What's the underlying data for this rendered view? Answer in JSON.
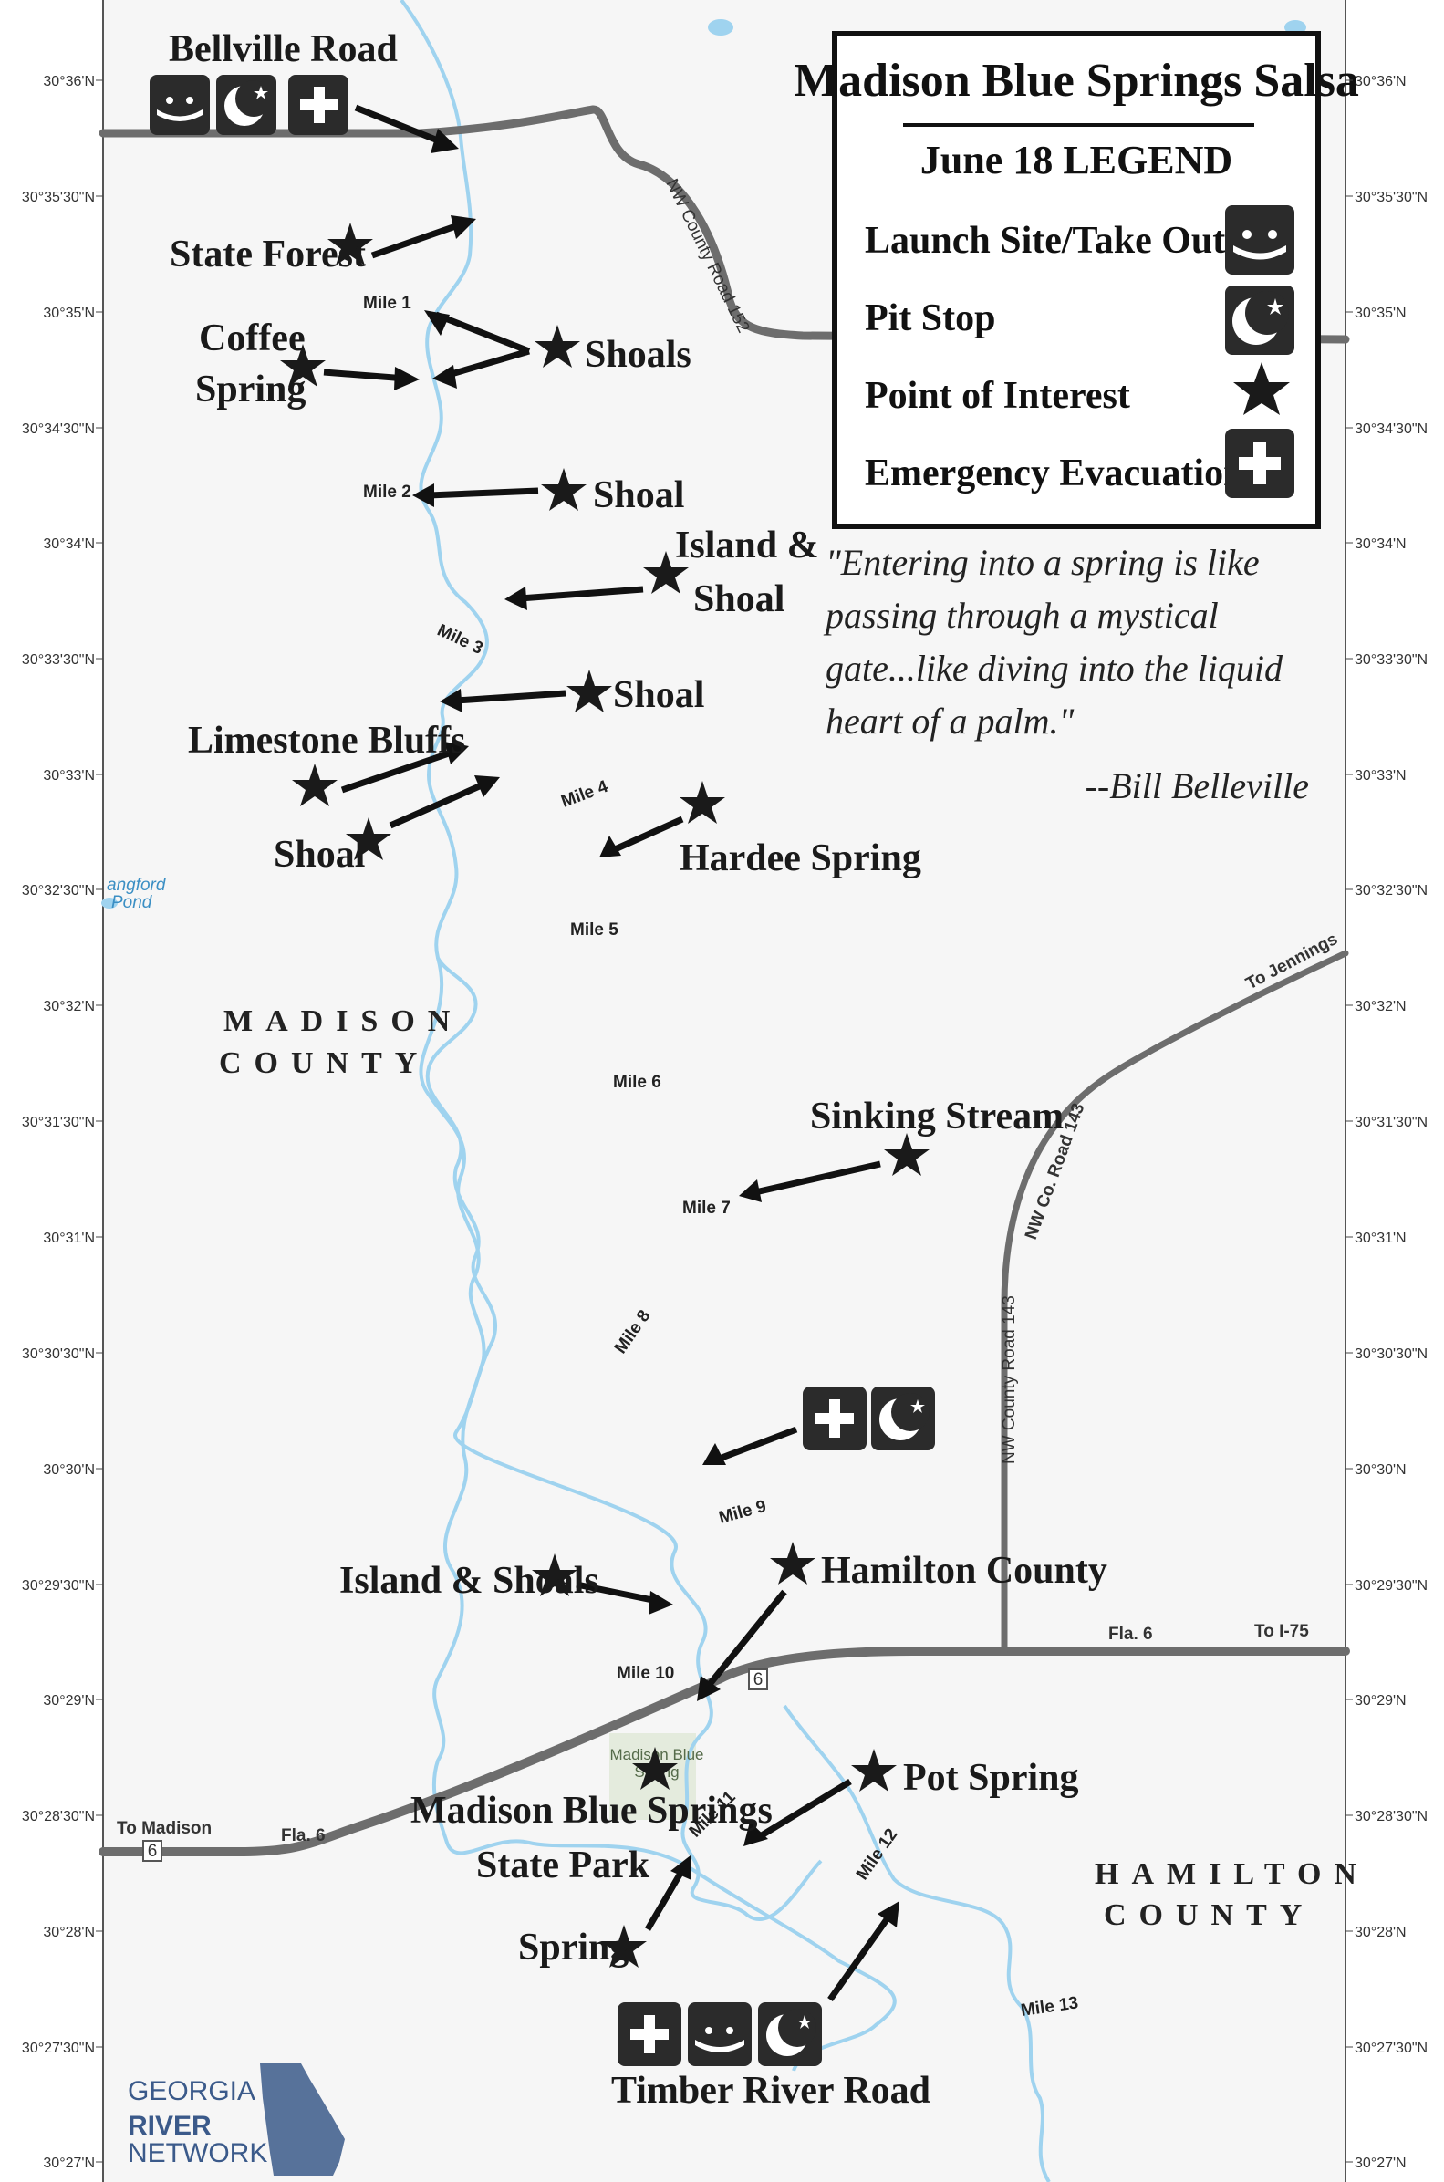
{
  "legend": {
    "title": "Madison Blue Springs Salsa",
    "subtitle": "June 18 LEGEND",
    "items": [
      {
        "label": "Launch Site/Take Out",
        "icon": "canoe-icon"
      },
      {
        "label": "Pit Stop",
        "icon": "moon-star-icon"
      },
      {
        "label": "Point of Interest",
        "icon": "star-icon"
      },
      {
        "label": "Emergency Evacuation",
        "icon": "cross-icon"
      }
    ]
  },
  "quote": {
    "lines": [
      "\"Entering into a spring is like",
      "passing through a mystical",
      "gate...like diving into the liquid",
      "heart of a palm.\""
    ],
    "attribution": "--Bill Belleville"
  },
  "coordinates": [
    "30°36'N",
    "30°35'30\"N",
    "30°35'N",
    "30°34'30\"N",
    "30°34'N",
    "30°33'30\"N",
    "30°33'N",
    "30°32'30\"N",
    "30°32'N",
    "30°31'30\"N",
    "30°31'N",
    "30°30'30\"N",
    "30°30'N",
    "30°29'30\"N",
    "30°29'N",
    "30°28'30\"N",
    "30°28'N",
    "30°27'30\"N",
    "30°27'N"
  ],
  "places": {
    "bellville_road": "Bellville Road",
    "state_forest": "State Forest",
    "coffee_spring_1": "Coffee",
    "coffee_spring_2": "Spring",
    "shoals_1": "Shoals",
    "shoal_mile2": "Shoal",
    "island_shoal_1": "Island &",
    "island_shoal_2": "Shoal",
    "shoal_mile3": "Shoal",
    "limestone_bluffs": "Limestone Bluffs",
    "shoal_mile4": "Shoal",
    "hardee_spring": "Hardee Spring",
    "sinking_stream": "Sinking Stream",
    "island_shoals": "Island & Shoals",
    "hamilton_county_poi": "Hamilton County",
    "pot_spring": "Pot Spring",
    "madison_park_1": "Madison Blue Springs",
    "madison_park_2": "State Park",
    "spring": "Spring",
    "timber_river_road": "Timber River Road",
    "langford_pond_1": "angford",
    "langford_pond_2": "Pond",
    "madison_blue_map_1": "Madison Blue",
    "madison_blue_map_2": "Spring"
  },
  "counties": {
    "madison_1": "MADISON",
    "madison_2": "COUNTY",
    "hamilton_1": "HAMILTON",
    "hamilton_2": "COUNTY"
  },
  "roads": {
    "county_road_152": "NW County Road 152",
    "co_road_143": "NW Co. Road 143",
    "county_road_143": "NW County Road 143",
    "to_jennings": "To Jennings",
    "fla6_east": "Fla. 6",
    "to_i75": "To I-75",
    "fla6_west": "Fla. 6",
    "to_madison": "To Madison",
    "shield_6": "6"
  },
  "miles": [
    "Mile 1",
    "Mile 2",
    "Mile 3",
    "Mile 4",
    "Mile 5",
    "Mile 6",
    "Mile 7",
    "Mile 8",
    "Mile 9",
    "Mile 10",
    "Mile 11",
    "Mile 12",
    "Mile 13"
  ],
  "logo": {
    "line1": "GEORGIA",
    "line2": "RIVER",
    "line3": "NETWORK"
  },
  "colors": {
    "river": "#9fd3ef",
    "road": "#6d6d6d",
    "icon_bg": "#2b2b2b",
    "logo_blue": "#3b5a8a"
  }
}
